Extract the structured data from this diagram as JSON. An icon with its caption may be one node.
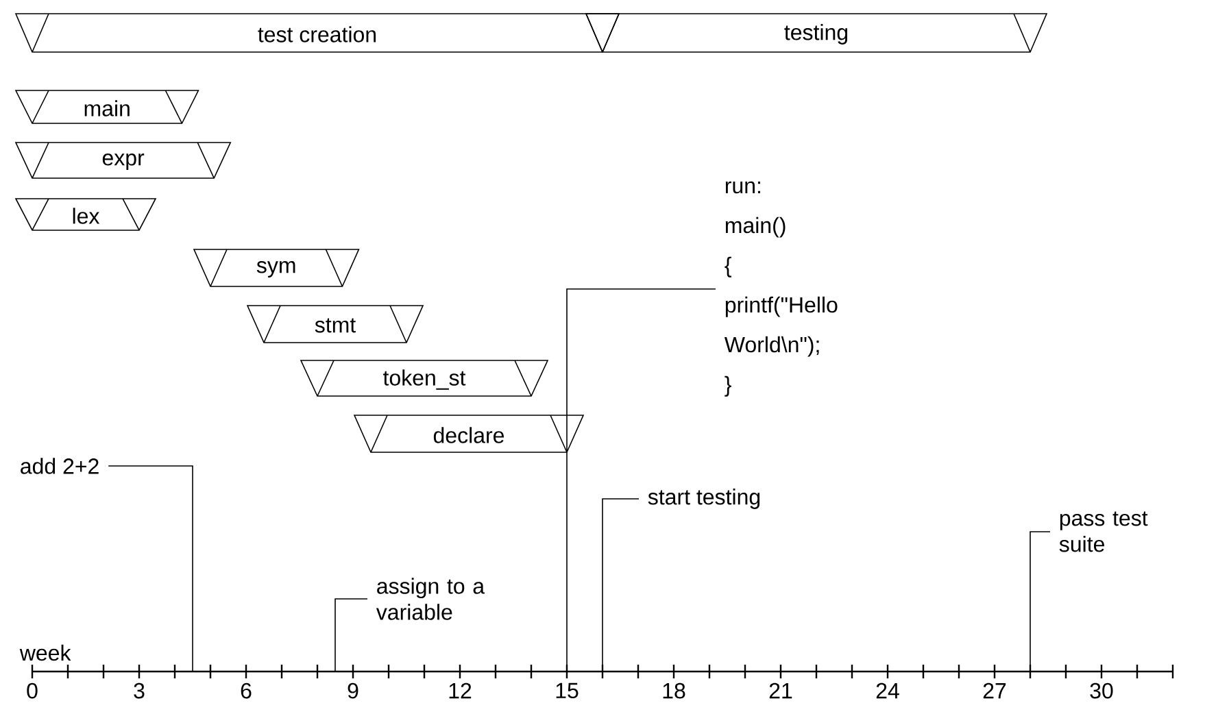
{
  "diagram": {
    "nodes": [
      {
        "text": [
          "test creation"
        ]
      },
      {
        "text": [
          "testing"
        ]
      },
      {
        "text": [
          "main"
        ]
      },
      {
        "text": [
          "expr"
        ]
      },
      {
        "text": [
          "lex"
        ]
      },
      {
        "text": [
          "sym"
        ]
      },
      {
        "text": [
          "stmt"
        ]
      },
      {
        "text": [
          "token_st"
        ]
      },
      {
        "text": [
          "declare"
        ]
      },
      {
        "text": [
          "add 2+2"
        ]
      },
      {
        "text": [
          "assign to a variable"
        ]
      },
      {
        "text": [
          "run:",
          "main()",
          "{",
          "printf(\"Hello World\\n\");",
          "}"
        ]
      },
      {
        "text": [
          "start testing"
        ]
      },
      {
        "text": [
          "pass test suite"
        ]
      }
    ],
    "edges": [
      {
        "from": 9,
        "to": null,
        "arrow": "none"
      },
      {
        "from": 10,
        "to": null,
        "arrow": "none"
      },
      {
        "from": 11,
        "to": null,
        "arrow": "none"
      },
      {
        "from": 12,
        "to": null,
        "arrow": "none"
      },
      {
        "from": 13,
        "to": null,
        "arrow": "none"
      }
    ],
    "labels": [
      "week",
      "0",
      "3",
      "6",
      "9",
      "12",
      "15",
      "18",
      "21",
      "24",
      "27",
      "30"
    ]
  }
}
